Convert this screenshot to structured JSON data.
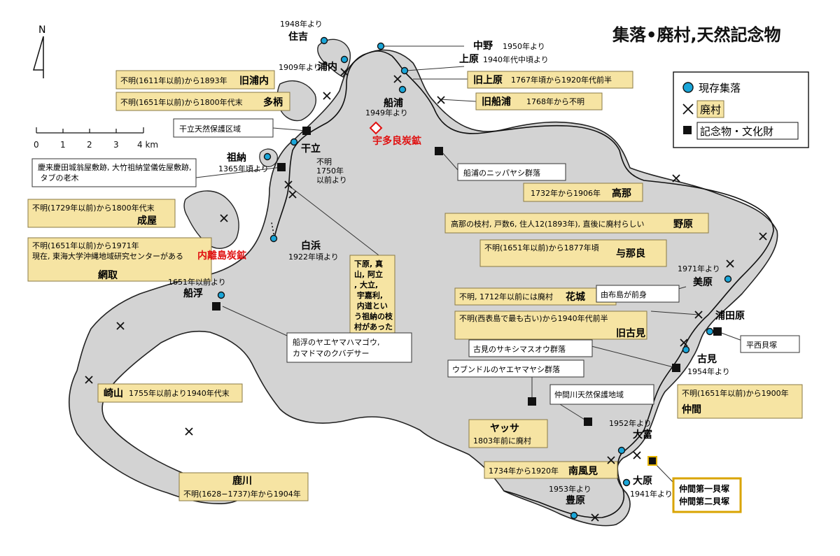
{
  "title": "集落•廃村,天然記念物",
  "compass": {
    "north": "N"
  },
  "scale": {
    "ticks": [
      "0",
      "1",
      "2",
      "3",
      "4 km"
    ]
  },
  "colors": {
    "land": "#d3d3d3",
    "coast": "#222222",
    "settlement": "#1aa6d9",
    "box_fill": "#f6e4a3",
    "box_stroke": "#8a7a45",
    "mine": "#e01010"
  },
  "legend": {
    "settlement": "現存集落",
    "abandoned": "廃村",
    "monument": "記念物・文化財"
  },
  "settlements": [
    {
      "id": "sumiyoshi",
      "name": "住吉",
      "since": "1948年より"
    },
    {
      "id": "nakano",
      "name": "中野",
      "since": "1950年より"
    },
    {
      "id": "uehara",
      "name": "上原",
      "since": "1940年代中頃より"
    },
    {
      "id": "uranai",
      "name": "浦内",
      "since": "1909年より"
    },
    {
      "id": "funaura",
      "name": "船浦",
      "since": "1949年より"
    },
    {
      "id": "sonai",
      "name": "祖納",
      "since": "1365年頃より"
    },
    {
      "id": "hoshidate",
      "name": "干立",
      "since": "不明 1750年 以前より"
    },
    {
      "id": "shirahama",
      "name": "白浜",
      "since": "1922年頃より"
    },
    {
      "id": "funauki",
      "name": "船浮",
      "since": "1651年以前より"
    },
    {
      "id": "haera",
      "name": "美原",
      "since": "1971年より"
    },
    {
      "id": "urataba",
      "name": "浦田原",
      "since": ""
    },
    {
      "id": "komi",
      "name": "古見",
      "since": "1954年より"
    },
    {
      "id": "otomi",
      "name": "大富",
      "since": "1952年より"
    },
    {
      "id": "ohara",
      "name": "大原",
      "since": "1941年より"
    },
    {
      "id": "toyohara",
      "name": "豊原",
      "since": "1953年より"
    }
  ],
  "abandoned": [
    {
      "id": "kyu_uranai",
      "name": "旧浦内",
      "note": "不明(1611年以前)から1893年"
    },
    {
      "id": "takee",
      "name": "多柄",
      "note": "不明(1651年以前)から1800年代末"
    },
    {
      "id": "kyu_uehara",
      "name": "旧上原",
      "note": "1767年頃から1920年代前半"
    },
    {
      "id": "kyu_funaura",
      "name": "旧船浦",
      "note": "1768年から不明"
    },
    {
      "id": "takana",
      "name": "高那",
      "note": "1732年から1906年"
    },
    {
      "id": "nobaru",
      "name": "野原",
      "note": "高那の枝村, 戸数6, 住人12(1893年), 直後に廃村らしい"
    },
    {
      "id": "yonara",
      "name": "与那良",
      "note": "不明(1651年以前)から1877年頃"
    },
    {
      "id": "hanagusuku",
      "name": "花城",
      "note": "不明, 1712年以前には廃村"
    },
    {
      "id": "kyu_komi",
      "name": "旧古見",
      "note": "不明(西表島で最も古い)から1940年代前半"
    },
    {
      "id": "naree",
      "name": "成屋",
      "note": "不明(1729年以前)から1800年代末"
    },
    {
      "id": "amitori",
      "name": "網取",
      "note": "不明(1651年以前)から1971年 現在, 東海大学沖縄地域研究センターがある"
    },
    {
      "id": "sakiyama",
      "name": "崎山",
      "note": "1755年以前より1940年代末"
    },
    {
      "id": "kanokawa",
      "name": "鹿川",
      "note": "不明(1628−1737)年から1904年"
    },
    {
      "id": "yassa",
      "name": "ヤッサ",
      "note": "1803年前に廃村"
    },
    {
      "id": "haeminami",
      "name": "南風見",
      "note": "1734年から1920年"
    },
    {
      "id": "nakama",
      "name": "仲間",
      "note": "不明(1651年以前)から1900年"
    },
    {
      "id": "shimobaru",
      "name": "下原, 真山, 阿立, 大立, 宇嘉利, 内道という祖納の枝村があった",
      "note": ""
    }
  ],
  "monuments": [
    {
      "id": "m_hoshidate",
      "label": "干立天然保護区域"
    },
    {
      "id": "m_sonai",
      "label": "慶来慶田城翁屋敷跡, 大竹祖納堂儀佐屋敷跡, タブの老木"
    },
    {
      "id": "m_funaura",
      "label": "船浦のニッパヤシ群落"
    },
    {
      "id": "m_funauki",
      "label": "船浮のヤエヤマハマゴウ, カマドマのクバデサー"
    },
    {
      "id": "m_hirashi",
      "label": "平西貝塚"
    },
    {
      "id": "m_komi",
      "label": "古見のサキシマスオウ群落"
    },
    {
      "id": "m_ubundoru",
      "label": "ウブンドルのヤエヤマヤシ群落"
    },
    {
      "id": "m_nakama_river",
      "label": "仲間川天然保護地域"
    },
    {
      "id": "m_nakama_shell",
      "label": "仲間第一貝塚 仲間第二貝塚"
    }
  ],
  "mines": [
    {
      "id": "utara",
      "label": "宇多良炭鉱"
    },
    {
      "id": "uchibanare",
      "label": "内離島炭鉱"
    }
  ]
}
